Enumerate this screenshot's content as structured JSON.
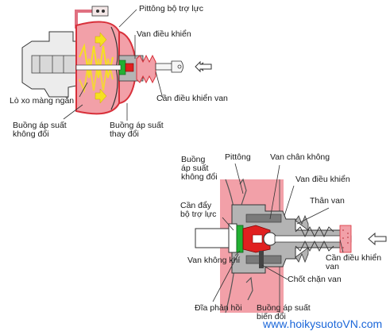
{
  "top_diagram": {
    "labels": {
      "piston": "Pittông bộ trợ lực",
      "valve": "Van điều khiển",
      "control_rod": "Cần điều khiển van",
      "diaphragm_spring": "Lò xo màng ngăn",
      "constant_chamber_1": "Buồng áp suất",
      "constant_chamber_2": "không đổi",
      "variable_chamber_1": "Buồng áp suất",
      "variable_chamber_2": "thay đổi"
    }
  },
  "bottom_diagram": {
    "labels": {
      "constant_chamber_1": "Buồng",
      "constant_chamber_2": "áp suất",
      "constant_chamber_3": "không đổi",
      "piston": "Pittông",
      "vacuum_valve": "Van chân không",
      "control_valve": "Van điều khiển",
      "valve_body": "Thân van",
      "pushrod_1": "Cần đẩy",
      "pushrod_2": "bộ trợ lực",
      "air_valve": "Van không khí",
      "control_rod_1": "Cần điều khiển",
      "control_rod_2": "van",
      "stopper": "Chốt chặn van",
      "reaction_disc": "Đĩa phản hồi",
      "variable_chamber_1": "Buồng áp suất",
      "variable_chamber_2": "biến đổi"
    }
  },
  "watermark": "www.hoikysuotoVN.com",
  "colors": {
    "chamber_pink": "#f2a0a8",
    "housing_red": "#d8303a",
    "valve_green": "#22b033",
    "arrow_yellow": "#f5e020",
    "body_gray": "#b4b4b4",
    "dark_gray": "#555555",
    "watermark_blue": "#1a66d9"
  }
}
